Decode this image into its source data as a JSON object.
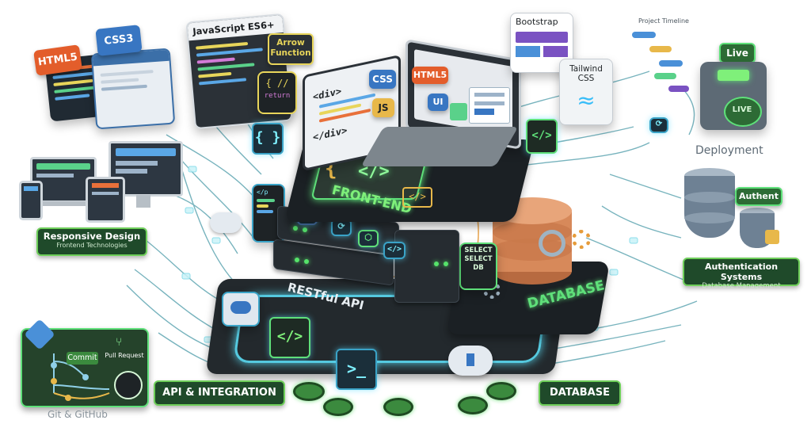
{
  "top_left": {
    "html5": "HTML5",
    "css3": "CSS3"
  },
  "js_card": {
    "title": "JavaScript ES6+",
    "arrow": "Arrow\nFunction"
  },
  "responsive": {
    "title": "Responsive Design",
    "subtitle": "Frontend Technologies"
  },
  "frontend_panel": {
    "div_open": "<div>",
    "div_close": "</div>",
    "css": "CSS",
    "js": "JS",
    "html5": "HTML5",
    "ui": "UI"
  },
  "frameworks": {
    "bootstrap": "Bootstrap",
    "tailwind": "Tailwind CSS"
  },
  "deployment": {
    "timeline": "Project Timeline",
    "live_tag": "Live",
    "live_disc": "LIVE",
    "label": "Deployment"
  },
  "auth": {
    "tag": "Authent",
    "title": "Authentication Systems",
    "subtitle": "Database Management"
  },
  "platform": {
    "frontend": "FRONT-END",
    "restful": "RESTful API",
    "database": "DATABASE",
    "select_sign": "SELECT\nSELECT\nDB"
  },
  "git": {
    "commit": "Commit",
    "pull_request": "Pull Request",
    "label": "Git & GitHub"
  },
  "bottom": {
    "api_integration": "API & INTEGRATION",
    "database": "DATABASE"
  },
  "colors": {
    "accent_green": "#6fcf5a",
    "dark_green": "#1f4a2a",
    "slab": "#1e2326",
    "cyan_glow": "#5ee6ff",
    "db_orange": "#d7895a"
  }
}
